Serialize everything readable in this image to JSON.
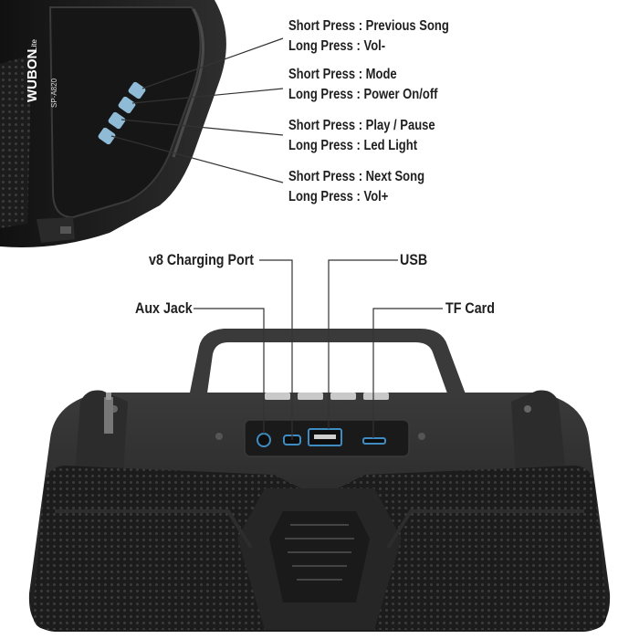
{
  "brand": {
    "logo": "WUBON",
    "logo_suffix": "Lite",
    "model": "SP-A820"
  },
  "colors": {
    "background": "#ffffff",
    "body": "#242424",
    "body_dark": "#141414",
    "button_blue": "#8fbbd6",
    "line": "#333333"
  },
  "control_buttons": [
    {
      "short": "Short Press : Previous Song",
      "long": "Long Press : Vol-"
    },
    {
      "short": "Short Press : Mode",
      "long": "Long Press : Power On/off"
    },
    {
      "short": "Short Press : Play / Pause",
      "long": "Long Press : Led Light"
    },
    {
      "short": "Short Press : Next Song",
      "long": "Long Press : Vol+"
    }
  ],
  "ports": {
    "v8": "v8 Charging Port",
    "usb": "USB",
    "aux": "Aux Jack",
    "tf": "TF Card"
  }
}
